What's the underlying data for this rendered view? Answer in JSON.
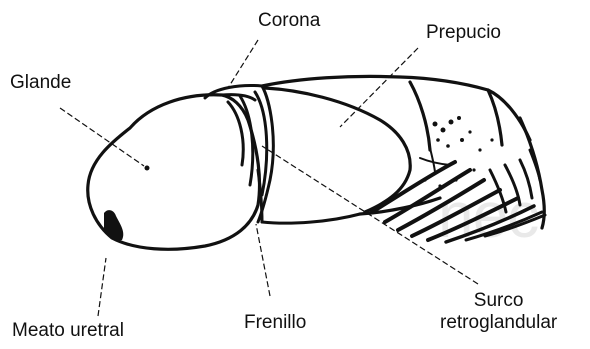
{
  "labels": {
    "glande": "Glande",
    "corona": "Corona",
    "prepucio": "Prepucio",
    "meato": "Meato uretral",
    "frenillo": "Frenillo",
    "surco_line1": "Surco",
    "surco_line2": "retroglandular"
  },
  "watermark": "nec",
  "colors": {
    "ink": "#111111",
    "watermark": "#e9e9e9",
    "background": "#ffffff"
  }
}
